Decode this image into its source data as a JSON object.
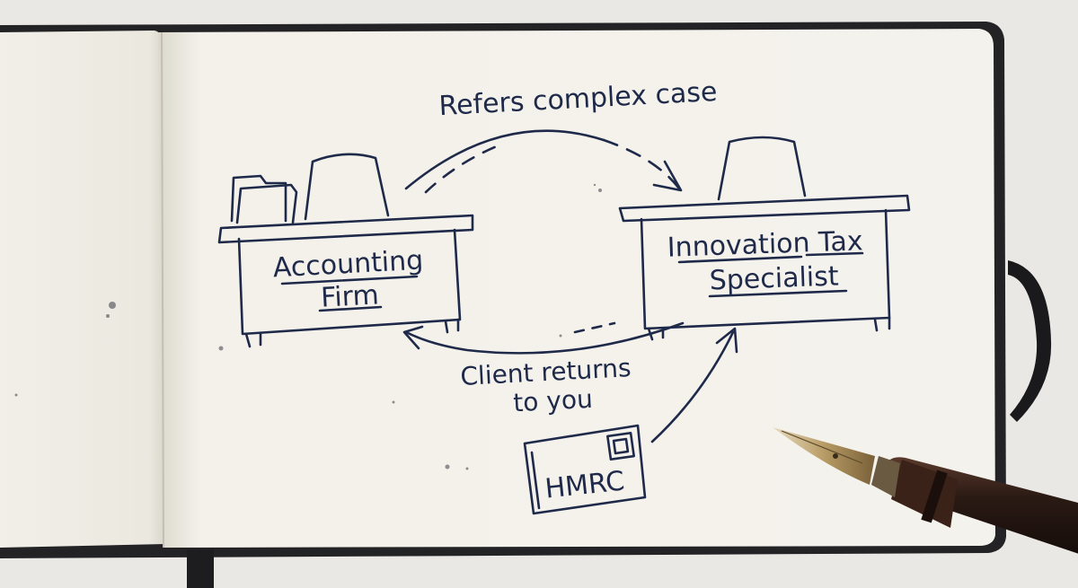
{
  "diagram": {
    "ink_color": "#1f2a4a",
    "nodes": {
      "accounting_firm": {
        "line1": "Accounting",
        "line2": "Firm"
      },
      "specialist": {
        "line1": "Innovation Tax",
        "line2": "Specialist"
      },
      "hmrc": {
        "label": "HMRC"
      }
    },
    "edges": {
      "referral": {
        "label": "Refers complex case"
      },
      "return": {
        "line1": "Client returns",
        "line2": "to you"
      }
    }
  },
  "icons": {
    "folder": "folder-icon",
    "stamp": "postage-stamp-icon",
    "pen": "fountain-pen-icon"
  }
}
